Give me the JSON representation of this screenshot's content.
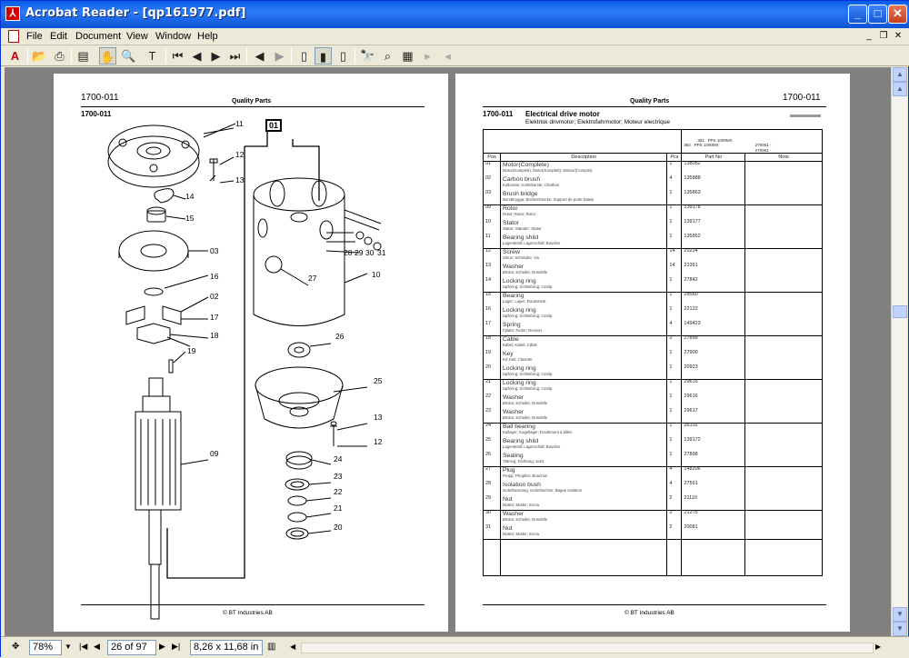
{
  "window": {
    "title": "Acrobat Reader - [qp161977.pdf]",
    "icon": "adobe-acrobat-icon"
  },
  "menu": {
    "items": [
      "File",
      "Edit",
      "Document",
      "View",
      "Window",
      "Help"
    ]
  },
  "toolbar": {
    "tools": [
      "adobe-logo-icon",
      "open-icon",
      "print-icon",
      "show-hide-navigation-pane-icon",
      "hand-tool-icon",
      "zoom-tool-icon",
      "text-select-tool-icon",
      "first-page-icon",
      "previous-page-icon",
      "next-page-icon",
      "last-page-icon",
      "go-back-icon",
      "go-forward-icon",
      "single-page-icon",
      "continuous-icon",
      "continuous-facing-icon",
      "find-icon",
      "search-icon",
      "search-results-icon",
      "next-highlight-icon",
      "previous-highlight-icon"
    ]
  },
  "left_page": {
    "code": "1700-011",
    "header": "Quality Parts",
    "subcode": "1700-011",
    "box_label": "01",
    "callouts_left": [
      "11",
      "12",
      "13",
      "14",
      "15",
      "03",
      "16",
      "02",
      "17",
      "18",
      "19",
      "09"
    ],
    "callouts_right": [
      "10",
      "27",
      "28",
      "29",
      "30",
      "31",
      "26",
      "25",
      "13",
      "12",
      "24",
      "23",
      "22",
      "21",
      "20"
    ],
    "footer": "© BT Industries AB"
  },
  "right_page": {
    "header": "Quality Parts",
    "code": "1700-011",
    "subcode": "1700-011",
    "title": "Electrical drive motor",
    "subtitle": "Elektrisk drivmotor; Elektrofahrmotor; Moteur electrique",
    "model_left": "351   PPS 1000MX\n352   PPS 1200MX",
    "model_right": "270001 -\n270001 -",
    "columns": [
      "Pos",
      "Description",
      "Pcs",
      "Part No",
      "Note"
    ],
    "rows": [
      {
        "pos": "01",
        "name": "Motor(Complete)",
        "sub": "Motor(Komplett); Motor(Komplett); Moteur(Complet)",
        "pcs": "1",
        "part": "138052"
      },
      {
        "pos": "02",
        "name": "Carbon brush",
        "sub": "Kolborste; Kohlebürste; Charbon",
        "pcs": "4",
        "part": "135888"
      },
      {
        "pos": "03",
        "name": "Brush bridge",
        "sub": "Borstbrygga; Bürstenbrücke; Support de porte balais",
        "pcs": "1",
        "part": "135863"
      },
      {
        "pos": "09",
        "name": "Rotor",
        "sub": "Rotor; Rotor; Rotor",
        "pcs": "1",
        "part": "139178"
      },
      {
        "pos": "10",
        "name": "Stator",
        "sub": "Stator; Ständer; Stator",
        "pcs": "1",
        "part": "139177"
      },
      {
        "pos": "11",
        "name": "Bearing shild",
        "sub": "Lagersköld; Lagerschild; Bouclier",
        "pcs": "1",
        "part": "135852"
      },
      {
        "pos": "12",
        "name": "Screw",
        "sub": "Skruv; Schraube; Vis",
        "pcs": "14",
        "part": "20224"
      },
      {
        "pos": "13",
        "name": "Washer",
        "sub": "Bricka; Scheibe; Rondelle",
        "pcs": "14",
        "part": "21351"
      },
      {
        "pos": "14",
        "name": "Locking ring",
        "sub": "Spårring; Schließring; Circlip",
        "pcs": "1",
        "part": "27842"
      },
      {
        "pos": "15",
        "name": "Bearing",
        "sub": "Lager; Lager; Roulement",
        "pcs": "1",
        "part": "28560"
      },
      {
        "pos": "16",
        "name": "Locking ring",
        "sub": "Spårring; Schließring; Circlip",
        "pcs": "1",
        "part": "22122"
      },
      {
        "pos": "17",
        "name": "Spring",
        "sub": "Fjäder; Feder; Ressort",
        "pcs": "4",
        "part": "149423"
      },
      {
        "pos": "18",
        "name": "Cable",
        "sub": "Kabel; Kabel; Câble",
        "pcs": "2",
        "part": "27899"
      },
      {
        "pos": "19",
        "name": "Key",
        "sub": "Kil; Keil; Clavette",
        "pcs": "1",
        "part": "27900"
      },
      {
        "pos": "20",
        "name": "Locking ring",
        "sub": "Spårring; Schließring; Circlip",
        "pcs": "1",
        "part": "20923"
      },
      {
        "pos": "21",
        "name": "Locking ring",
        "sub": "Spårring; Schließring; Circlip",
        "pcs": "1",
        "part": "29615"
      },
      {
        "pos": "22",
        "name": "Washer",
        "sub": "Bricka; Scheibe; Rondelle",
        "pcs": "1",
        "part": "29616"
      },
      {
        "pos": "23",
        "name": "Washer",
        "sub": "Bricka; Scheibe; Rondelle",
        "pcs": "1",
        "part": "29617"
      },
      {
        "pos": "24",
        "name": "Ball bearing",
        "sub": "Kullager; Kugellager; Roulement à billes",
        "pcs": "1",
        "part": "26102"
      },
      {
        "pos": "25",
        "name": "Bearing shild",
        "sub": "Lagersköld; Lagerschild; Bouclier",
        "pcs": "1",
        "part": "139172"
      },
      {
        "pos": "26",
        "name": "Sealing",
        "sub": "Tätning; Dichtung; Joint",
        "pcs": "1",
        "part": "27898"
      },
      {
        "pos": "27",
        "name": "Plug",
        "sub": "Propp; Pfropfen; Bouchon",
        "pcs": "4",
        "part": "148206"
      },
      {
        "pos": "28",
        "name": "Isolation bush",
        "sub": "Isolerbussning; Isolierbuchse; Bague isolation",
        "pcs": "4",
        "part": "27551"
      },
      {
        "pos": "29",
        "name": "Nut",
        "sub": "Mutter; Mutter; Ecrou",
        "pcs": "2",
        "part": "21110"
      },
      {
        "pos": "30",
        "name": "Washer",
        "sub": "Bricka; Scheibe; Rondelle",
        "pcs": "2",
        "part": "21275"
      },
      {
        "pos": "31",
        "name": "Nut",
        "sub": "Mutter; Mutter; Ecrou",
        "pcs": "2",
        "part": "20081"
      }
    ],
    "groups": [
      [
        0,
        3
      ],
      [
        3,
        6
      ],
      [
        6,
        9
      ],
      [
        9,
        12
      ],
      [
        12,
        15
      ],
      [
        15,
        18
      ],
      [
        18,
        21
      ],
      [
        21,
        24
      ],
      [
        24,
        26
      ]
    ],
    "footer": "© BT Industries AB"
  },
  "status": {
    "zoom": "78%",
    "page": "26 of 97",
    "size": "8,26 x 11,68 in"
  }
}
